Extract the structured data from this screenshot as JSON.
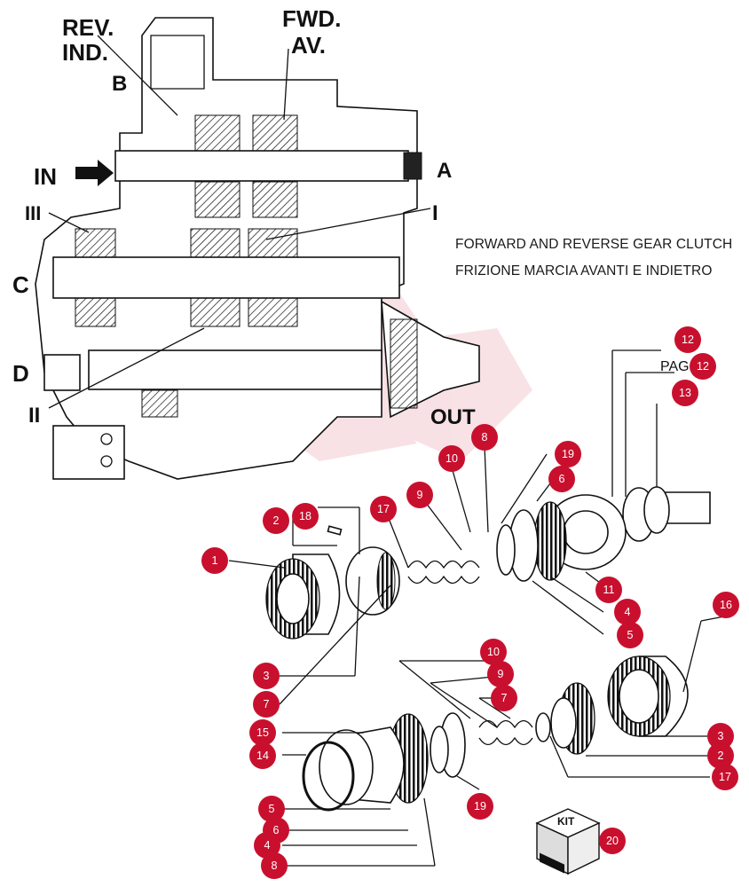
{
  "title": {
    "line1": "FORWARD AND REVERSE GEAR CLUTCH",
    "line2": "FRIZIONE MARCIA AVANTI E INDIETRO"
  },
  "section_labels": {
    "rev": "REV.",
    "ind": "IND.",
    "fwd": "FWD.",
    "av": "AV.",
    "a": "A",
    "b": "B",
    "c": "C",
    "d": "D",
    "in": "IN",
    "out": "OUT",
    "i": "I",
    "ii": "II",
    "iii": "III"
  },
  "callouts": [
    "1",
    "2",
    "3",
    "4",
    "5",
    "6",
    "7",
    "8",
    "9",
    "10",
    "11",
    "12",
    "13",
    "14",
    "15",
    "16",
    "17",
    "18",
    "19",
    "20"
  ],
  "page_ref": "PAG.5",
  "kit_label": "KIT",
  "accent_color": "#c8102e"
}
